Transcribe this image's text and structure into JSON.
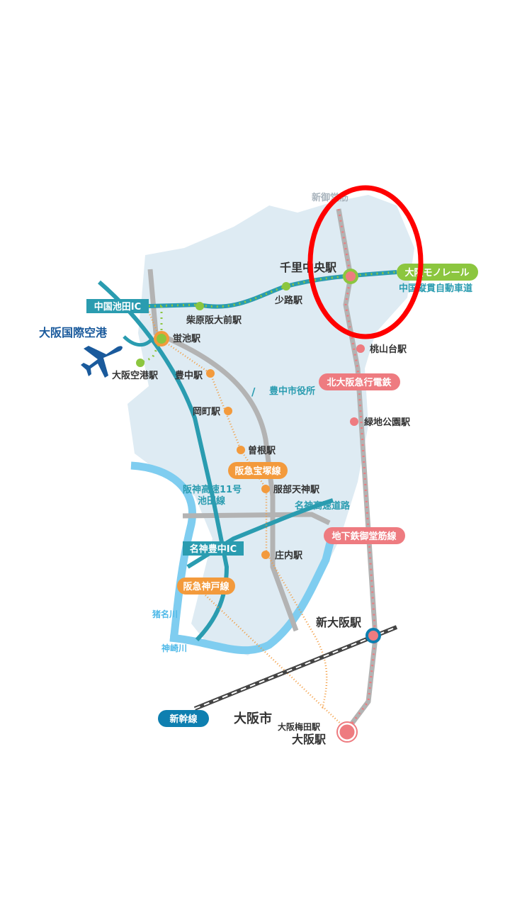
{
  "map": {
    "roads": {
      "shin_midosuji": "新御堂筋",
      "chugoku_expressway": "中国縦貫自動車道",
      "hanshin_ikeda": [
        "阪神高速11号",
        "池田線"
      ],
      "meishin": "名神高速道路"
    },
    "interchanges": {
      "chugoku_ikeda": "中国池田IC",
      "meishin_toyonaka": "名神豊中IC"
    },
    "lines": {
      "monorail": "大阪モノレール",
      "kita_osaka": "北大阪急行電鉄",
      "midosuji": "地下鉄御堂筋線",
      "takarazuka": "阪急宝塚線",
      "kobe": "阪急神戸線",
      "shinkansen": "新幹線"
    },
    "stations": {
      "senri_chuo": "千里中央駅",
      "shoji": "少路駅",
      "shibahara": "柴原阪大前駅",
      "hotarugaike": "蛍池駅",
      "osaka_airport_st": "大阪空港駅",
      "toyonaka": "豊中駅",
      "okamachi": "岡町駅",
      "sone": "曽根駅",
      "hattori": "服部天神駅",
      "shonai": "庄内駅",
      "momoyamadai": "桃山台駅",
      "ryokuchi": "緑地公園駅",
      "shin_osaka": "新大阪駅",
      "umeda": "大阪梅田駅",
      "osaka": "大阪駅"
    },
    "places": {
      "airport": "大阪国際空港",
      "city_hall": "豊中市役所",
      "osaka_city": "大阪市"
    },
    "rivers": {
      "ina": "猪名川",
      "kanzaki": "神崎川"
    },
    "colors": {
      "land": "#deebf3",
      "teal": "#2a9cb0",
      "monorail": "#8cc63f",
      "pink": "#ee7b80",
      "orange": "#f39a3c",
      "gray": "#b3b3b3",
      "river": "#7fcdf0",
      "blue": "#1a5a9c",
      "highlight": "#ff0000"
    }
  }
}
